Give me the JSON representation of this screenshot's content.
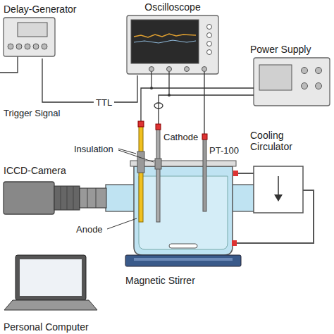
{
  "diagram": {
    "nodes": [
      {
        "text": [
          "Delay-Generator"
        ]
      },
      {
        "text": [
          "Oscilloscope"
        ]
      },
      {
        "text": [
          "Power Supply"
        ]
      },
      {
        "text": [
          "Cooling Circulator"
        ]
      },
      {
        "text": [
          "ICCD-Camera"
        ]
      },
      {
        "text": [
          "Magnetic Stirrer"
        ]
      },
      {
        "text": [
          "Personal Computer"
        ]
      }
    ],
    "edges": [
      {
        "from": 0,
        "to": 1,
        "arrow": "none",
        "label": "TTL"
      }
    ],
    "labels": [
      "Trigger Signal",
      "Insulation",
      "Cathode",
      "PT-100",
      "Anode"
    ]
  }
}
